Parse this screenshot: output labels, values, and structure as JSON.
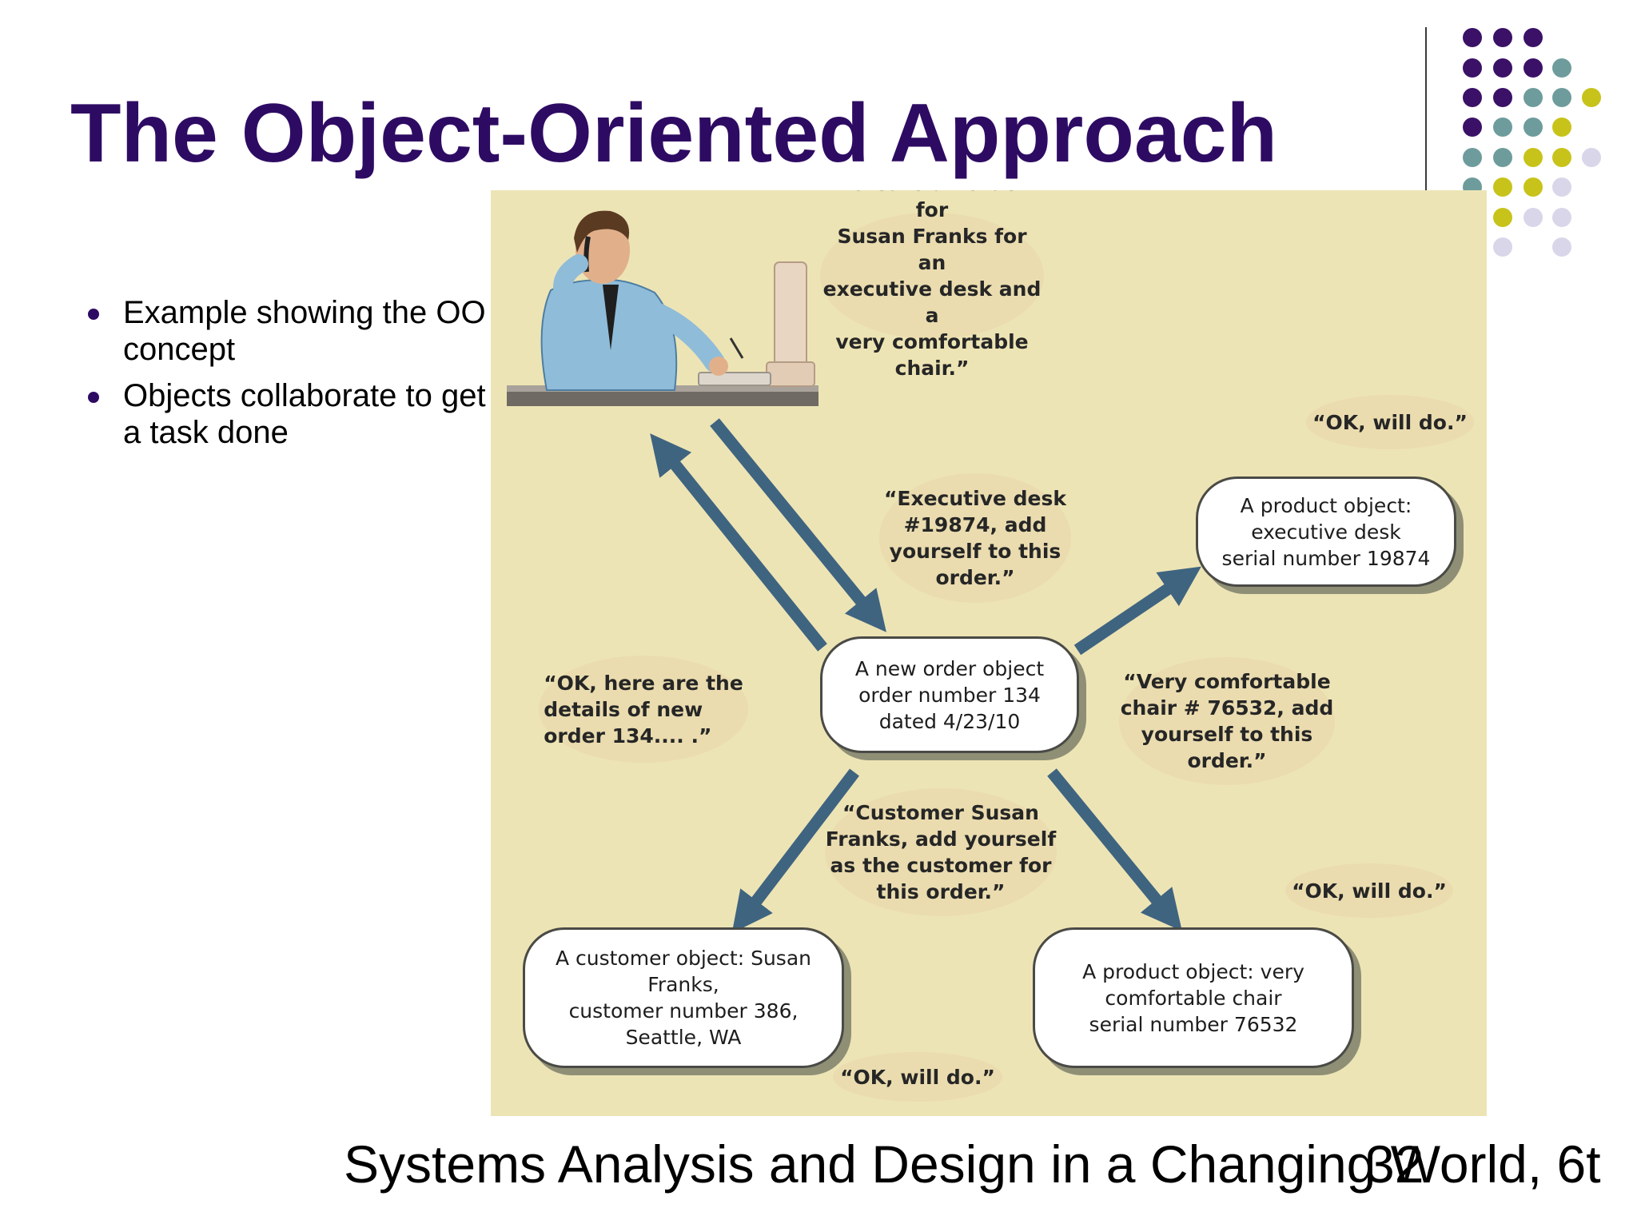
{
  "slide": {
    "title": "The Object-Oriented Approach",
    "bullets": [
      "Example showing the OO concept",
      "Objects collaborate to get a task done"
    ],
    "footer": "Systems Analysis and Design in a Changing World, 6t",
    "page_number": "32"
  },
  "diagram": {
    "clerk_message": "“Create an order for\nSusan Franks for an\nexecutive desk and a\nvery comfortable chair.”",
    "order_object": "A new order object\norder number 134\ndated 4/23/10",
    "desk_message": "“Executive desk\n#19874, add\nyourself to this\norder.”",
    "desk_object": "A product object:\nexecutive desk\nserial number 19874",
    "desk_reply": "“OK, will do.”",
    "order_reply": "“OK, here are the\ndetails of new\norder 134.... .”",
    "chair_message": "“Very comfortable\nchair # 76532, add\nyourself to this\norder.”",
    "customer_message": "“Customer Susan\nFranks, add yourself\nas the customer for\nthis order.”",
    "chair_reply": "“OK, will do.”",
    "customer_object": "A customer object: Susan\nFranks,\ncustomer number 386,\nSeattle, WA",
    "chair_object": "A product object: very\ncomfortable chair\nserial number 76532",
    "customer_reply": "“OK, will do.”"
  },
  "colors": {
    "title": "#2e0b63",
    "panel": "#ede4b5",
    "arrow": "#3f6480",
    "dot_purple": "#3b1167",
    "dot_teal": "#6e9c9c",
    "dot_yellow": "#c8c31a",
    "dot_lavender": "#d9d6ea"
  }
}
